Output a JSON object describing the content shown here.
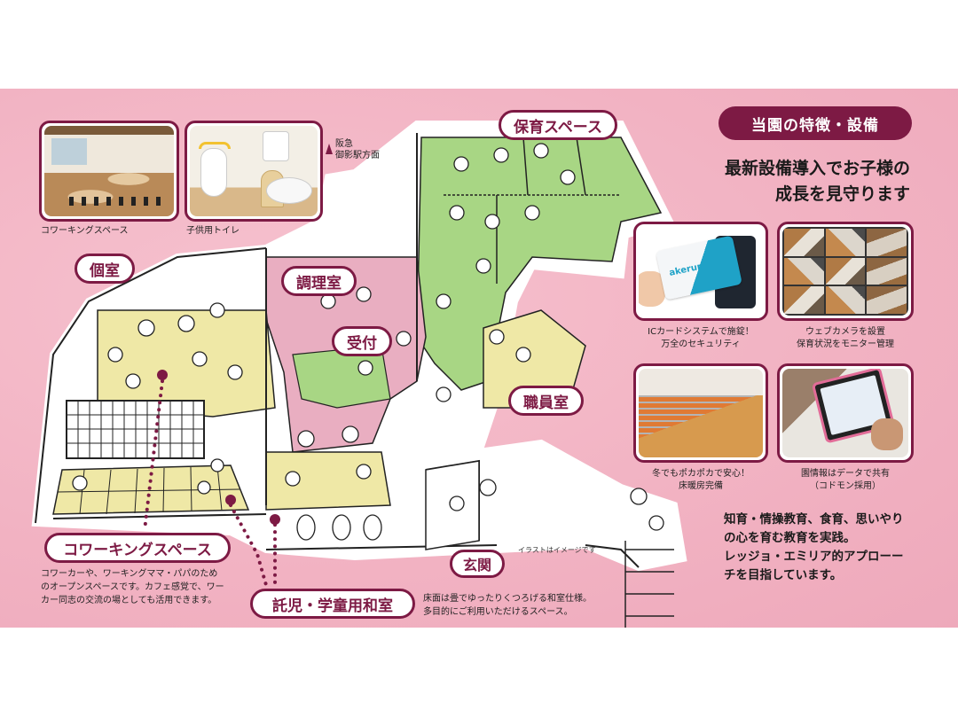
{
  "heading": {
    "badge": "当園の特徴・設備",
    "headline_line1": "最新設備導入でお子様の",
    "headline_line2": "成長を見守ります"
  },
  "top_photos": [
    {
      "caption": "コワーキングスペース",
      "icon": "coworking-photo"
    },
    {
      "caption": "子供用トイレ",
      "icon": "kids-toilet-photo"
    }
  ],
  "station": {
    "line1": "阪急",
    "line2": "御影駅方面",
    "icon": "triangle-up-icon"
  },
  "features": [
    {
      "line1": "ICカードシステムで施錠！",
      "line2": "万全のセキュリティ",
      "icon": "ic-card-photo",
      "card_text": "akerun"
    },
    {
      "line1": "ウェブカメラを設置",
      "line2": "保育状況をモニター管理",
      "icon": "webcam-photo"
    },
    {
      "line1": "冬でもポカポカで安心！",
      "line2": "床暖房完備",
      "icon": "floor-heating-photo"
    },
    {
      "line1": "園情報はデータで共有",
      "line2": "（コドモン採用）",
      "icon": "tablet-photo"
    }
  ],
  "room_labels": {
    "nursery_space": "保育スペース",
    "private_room": "個室",
    "kitchen": "調理室",
    "reception": "受付",
    "staff_room": "職員室",
    "entrance": "玄関",
    "coworking": "コワーキングスペース",
    "japanese_room": "託児・学童用和室"
  },
  "descriptions": {
    "coworking_line1": "コワーカーや、ワーキングママ・パパのため",
    "coworking_line2": "のオープンスペースです。カフェ感覚で、ワー",
    "coworking_line3": "カー同志の交流の場としても活用できます。",
    "japanese_line1": "床面は畳でゆったりくつろげる和室仕様。",
    "japanese_line2": "多目的にご利用いただけるスペース。"
  },
  "illustration_note": "イラストはイメージです",
  "education": {
    "line1": "知育・情操教育、食育、思いやり",
    "line2": "の心を育む教育を実践。",
    "line3": "レッジョ・エミリア的アプローー",
    "line4": "チを目指しています。"
  },
  "colors": {
    "accent_maroon": "#7d1a44",
    "background_pink": "#f2b3c3",
    "floor_green": "#9fd07a",
    "floor_yellow": "#eee6a0",
    "floor_pink": "#e8a9bd"
  }
}
